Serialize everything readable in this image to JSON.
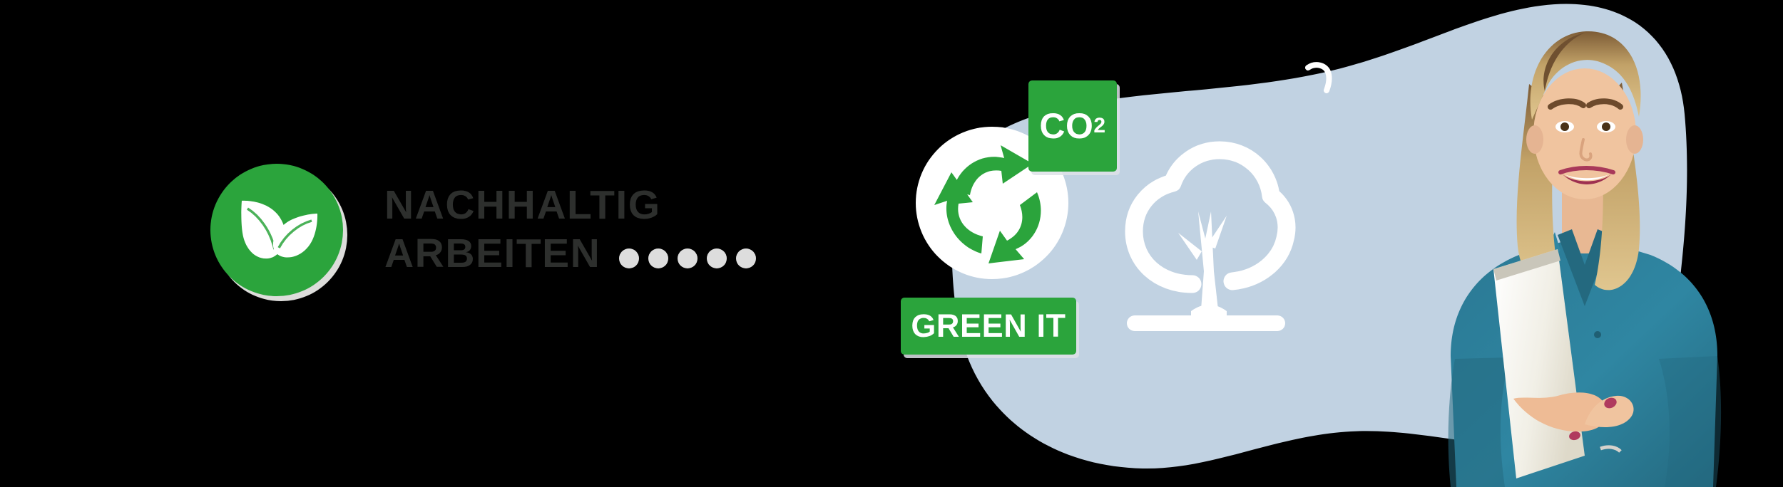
{
  "banner": {
    "background_color": "#000000",
    "headline": {
      "line1": "NACHHALTIG",
      "line2": "ARBEITEN",
      "color": "#2d2f2d"
    },
    "trailing_dots": {
      "count": 5,
      "color": "#dddddd"
    },
    "brand_badge": {
      "icon": "leaf-sprout-icon",
      "background_color": "#2ba43c",
      "icon_color": "#ffffff"
    }
  },
  "graphics": {
    "blob": {
      "name": "organic-blob-shape",
      "color": "#c1d2e2"
    },
    "tick_mark": {
      "name": "small-hook-mark",
      "color": "#ffffff"
    },
    "tree": {
      "name": "tree-icon",
      "color": "#ffffff"
    },
    "recycle": {
      "name": "recycle-icon",
      "circle_color": "#ffffff",
      "arrow_color": "#2ba43c"
    },
    "chips": [
      {
        "name": "co2-chip",
        "label_main": "CO",
        "label_sup": "2",
        "background_color": "#2ba43c",
        "text_color": "#ffffff"
      },
      {
        "name": "green-it-chip",
        "label": "GREEN IT",
        "background_color": "#2ba43c",
        "text_color": "#ffffff"
      }
    ],
    "person": {
      "name": "smiling-woman-with-laptop",
      "shirt_color": "#2c7d96",
      "hair_color": "#cda96a",
      "laptop_color": "#f2f0e8"
    }
  }
}
